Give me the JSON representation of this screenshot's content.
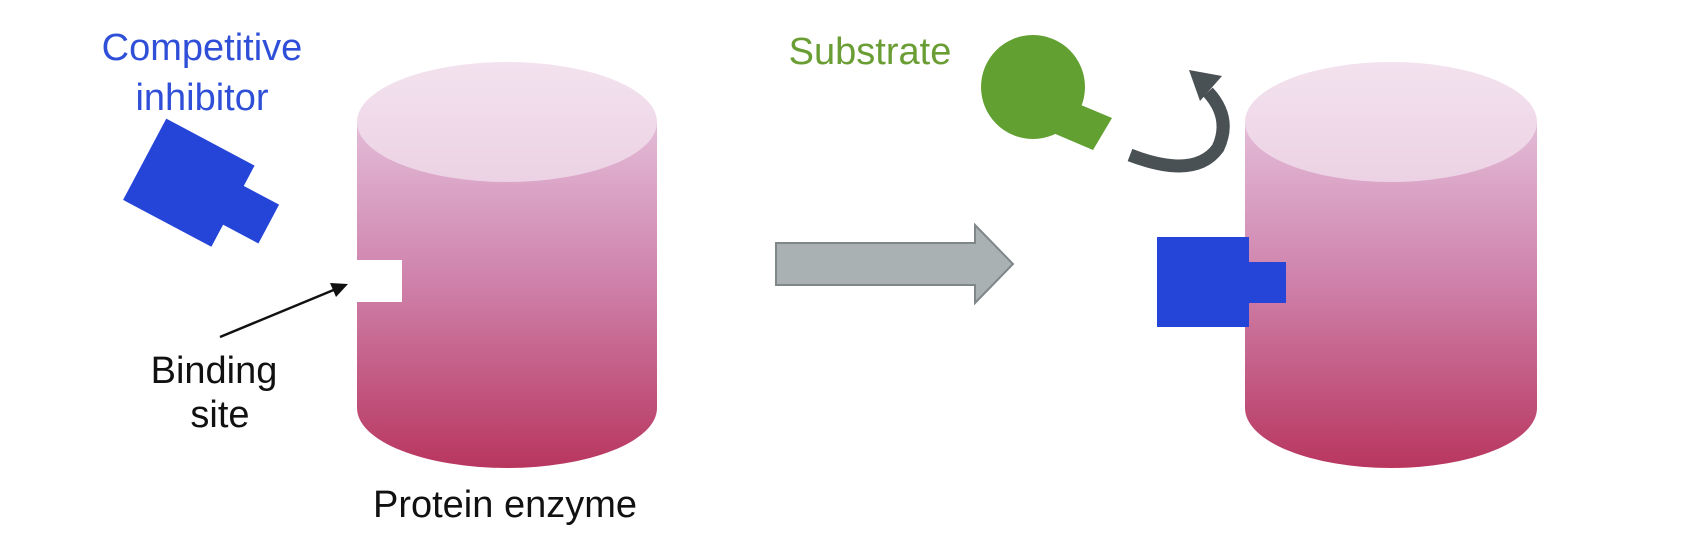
{
  "labels": {
    "competitive_inhibitor_line1": "Competitive",
    "competitive_inhibitor_line2": "inhibitor",
    "binding_site_line1": "Binding",
    "binding_site_line2": "site",
    "protein_enzyme": "Protein enzyme",
    "substrate": "Substrate"
  },
  "colors": {
    "inhibitor": "#2545d8",
    "substrate": "#62a032",
    "cylinder_top": "#f0dcea",
    "cylinder_upper": "#d9a0c6",
    "cylinder_bottom": "#bd3a64",
    "transition_arrow": "#aab1b3",
    "blocked_arrow": "#4a5154"
  }
}
